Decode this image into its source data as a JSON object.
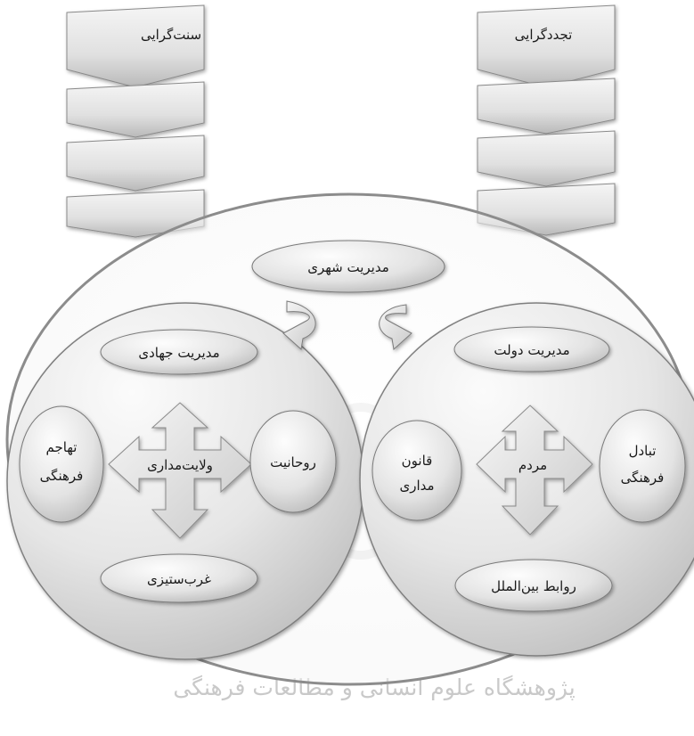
{
  "chevron_columns": {
    "left": {
      "title": "سنت‌گرایی",
      "steps": [
        "",
        "",
        ""
      ]
    },
    "right": {
      "title": "تجددگرایی",
      "steps": [
        "",
        "",
        ""
      ]
    }
  },
  "top_node": "مدیریت شهری",
  "left_circle": {
    "top": "مدیریت جهادی",
    "center": "ولایت‌مداری",
    "left": [
      "تهاجم",
      "فرهنگی"
    ],
    "right": "روحانیت",
    "bottom": "غرب‌ستیزی"
  },
  "right_circle": {
    "top": "مدیریت دولت",
    "center": "مردم",
    "left": [
      "قانون",
      "مداری"
    ],
    "right": [
      "تبادل",
      "فرهنگی"
    ],
    "bottom": "روابط بین‌الملل"
  },
  "watermark": "پژوهشگاه علوم انسانی و مطالعات فرهنگی"
}
